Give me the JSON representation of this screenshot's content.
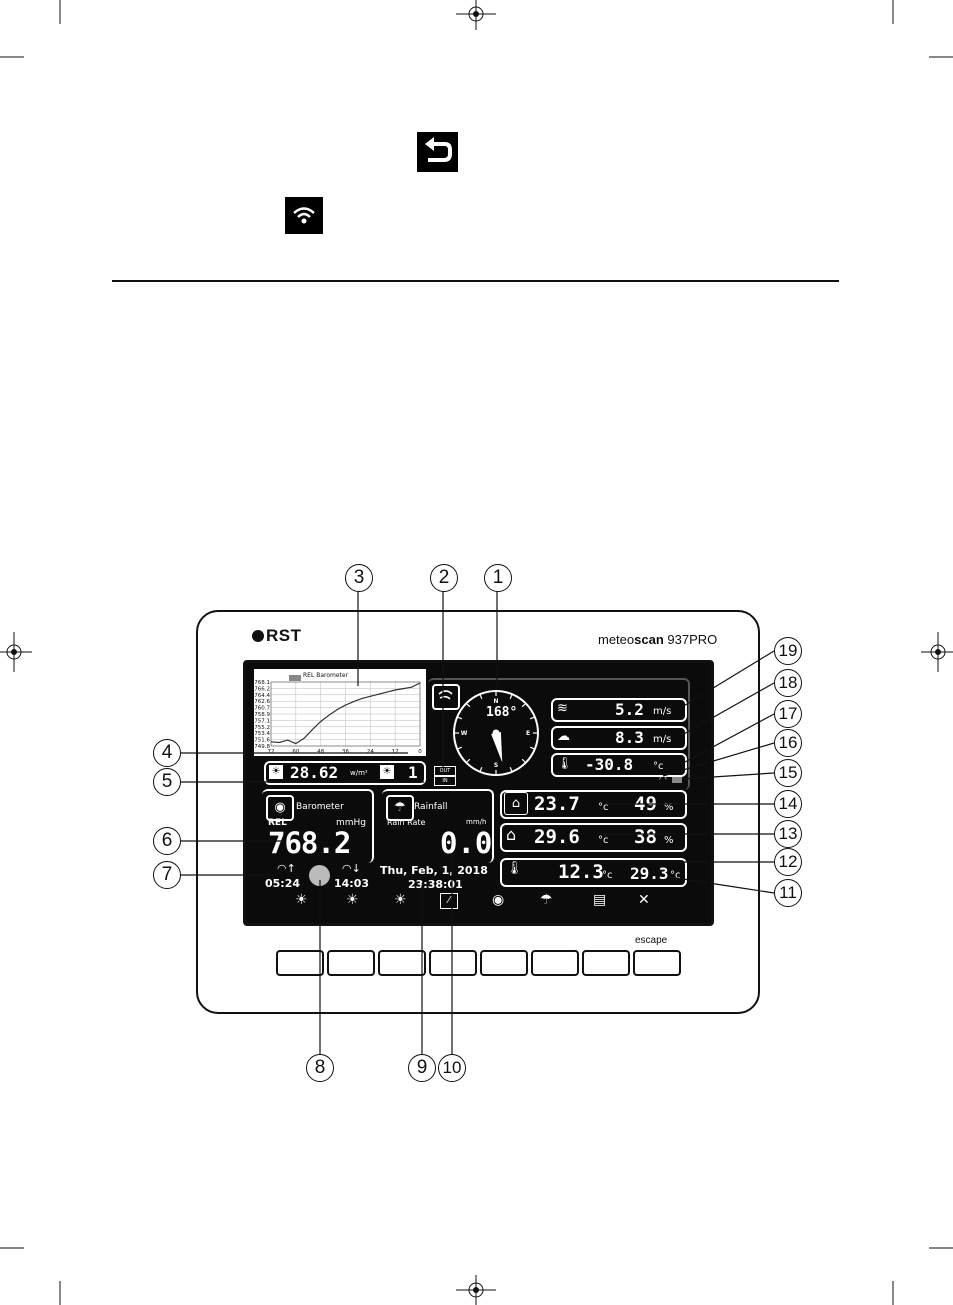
{
  "brand": {
    "logo_text": "RST",
    "model_prefix": "meteo",
    "model_bold": "scan",
    "model_suffix": " 937PRO"
  },
  "icons": {
    "back_icon": "return-arrow-icon",
    "wifi_icon": "wifi-icon"
  },
  "chart_data": {
    "type": "line",
    "title": "REL Barometer",
    "y_ticks": [
      "768.1",
      "766.2",
      "764.4",
      "762.6",
      "760.7",
      "758.9",
      "757.1",
      "755.2",
      "753.4",
      "751.6",
      "749.8"
    ],
    "x_ticks": [
      "72",
      "60",
      "48",
      "36",
      "24",
      "12",
      "0"
    ],
    "ylim": [
      749.8,
      768.1
    ],
    "xlim": [
      72,
      0
    ],
    "grid": true,
    "series": [
      {
        "x": [
          72,
          68,
          64,
          60,
          56,
          52,
          48,
          44,
          40,
          36,
          32,
          28,
          24,
          20,
          16,
          12,
          8,
          4,
          0
        ],
        "y": [
          751.0,
          750.8,
          751.5,
          750.5,
          752.0,
          754.5,
          756.8,
          758.6,
          760.2,
          761.5,
          762.5,
          763.4,
          764.0,
          764.6,
          765.2,
          765.8,
          766.2,
          766.6,
          767.8
        ]
      }
    ]
  },
  "lcd": {
    "solar_value": "28.62",
    "solar_unit": "w/m²",
    "uv_value": "1",
    "out_label": "OUT",
    "in_label": "IN",
    "compass": {
      "north": "N",
      "south": "S",
      "east": "E",
      "west": "W",
      "direction": "168°",
      "direction_deg": 168
    },
    "wind_speed": "5.2",
    "wind_unit": "m/s",
    "gust_speed": "8.3",
    "gust_unit": "m/s",
    "wind_chill": "-30.8",
    "wind_chill_unit": "°c",
    "indoor_temp": "23.7",
    "indoor_temp_unit": "°c",
    "indoor_humidity": "49",
    "indoor_humidity_unit": "%",
    "outdoor_temp": "29.6",
    "outdoor_temp_unit": "°c",
    "outdoor_humidity": "38",
    "outdoor_humidity_unit": "%",
    "dew_point": "12.3",
    "dew_point_unit": "°c",
    "feels_like": "29.3",
    "feels_like_unit": "°c",
    "barometer_label": "Barometer",
    "barometer_mode": "REL",
    "barometer_unit": "mmHg",
    "barometer_value": "768.2",
    "rainfall_label": "Rainfall",
    "rain_rate_label": "Rain Rate",
    "rain_rate_unit": "mm/h",
    "rain_rate_value": "0.0",
    "sunrise": "05:24",
    "sunset": "14:03",
    "date": "Thu, Feb, 1, 2018",
    "time": "23:38:01"
  },
  "hardware": {
    "escape_label": "escape"
  },
  "callouts": [
    "1",
    "2",
    "3",
    "4",
    "5",
    "6",
    "7",
    "8",
    "9",
    "10",
    "11",
    "12",
    "13",
    "14",
    "15",
    "16",
    "17",
    "18",
    "19"
  ]
}
